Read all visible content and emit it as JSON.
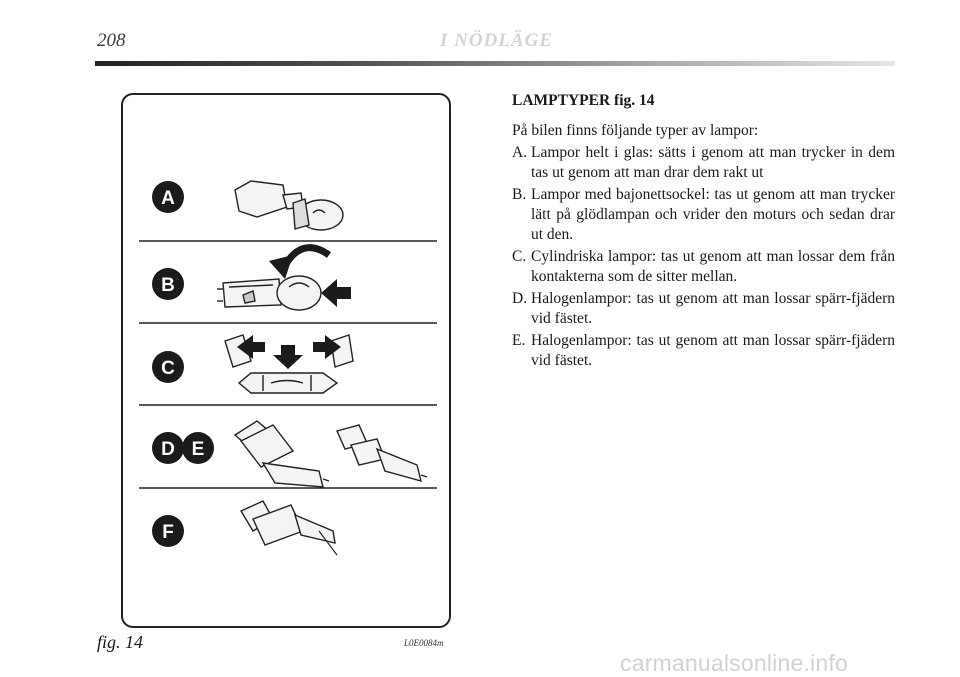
{
  "header": {
    "page_number": "208",
    "section_title": "I NÖDLÄGE"
  },
  "figure": {
    "caption": "fig. 14",
    "code": "L0E0084m",
    "rows": [
      {
        "letter": "A"
      },
      {
        "letter": "B"
      },
      {
        "letter": "C"
      },
      {
        "letter": "D"
      },
      {
        "letter": "E"
      },
      {
        "letter": "F"
      }
    ]
  },
  "content": {
    "heading": "LAMPTYPER fig. 14",
    "intro": "På bilen finns följande typer av lampor:",
    "items": [
      {
        "marker": "A.",
        "text": "Lampor helt i glas: sätts i genom att man trycker in dem tas ut genom att man drar dem rakt ut"
      },
      {
        "marker": "B.",
        "text": "Lampor med bajonettsockel: tas ut genom att man trycker lätt på glödlampan och vrider den moturs och sedan drar ut den."
      },
      {
        "marker": "C.",
        "text": "Cylindriska lampor: tas ut genom att man lossar dem från kontakterna som de sitter mellan."
      },
      {
        "marker": "D.",
        "text": "Halogenlampor: tas ut genom att man lossar spärr-fjädern vid fästet."
      },
      {
        "marker": "E.",
        "text": "Halogenlampor: tas ut genom att man lossar spärr-fjädern vid fästet."
      }
    ]
  },
  "watermark": "carmanualsonline.info"
}
